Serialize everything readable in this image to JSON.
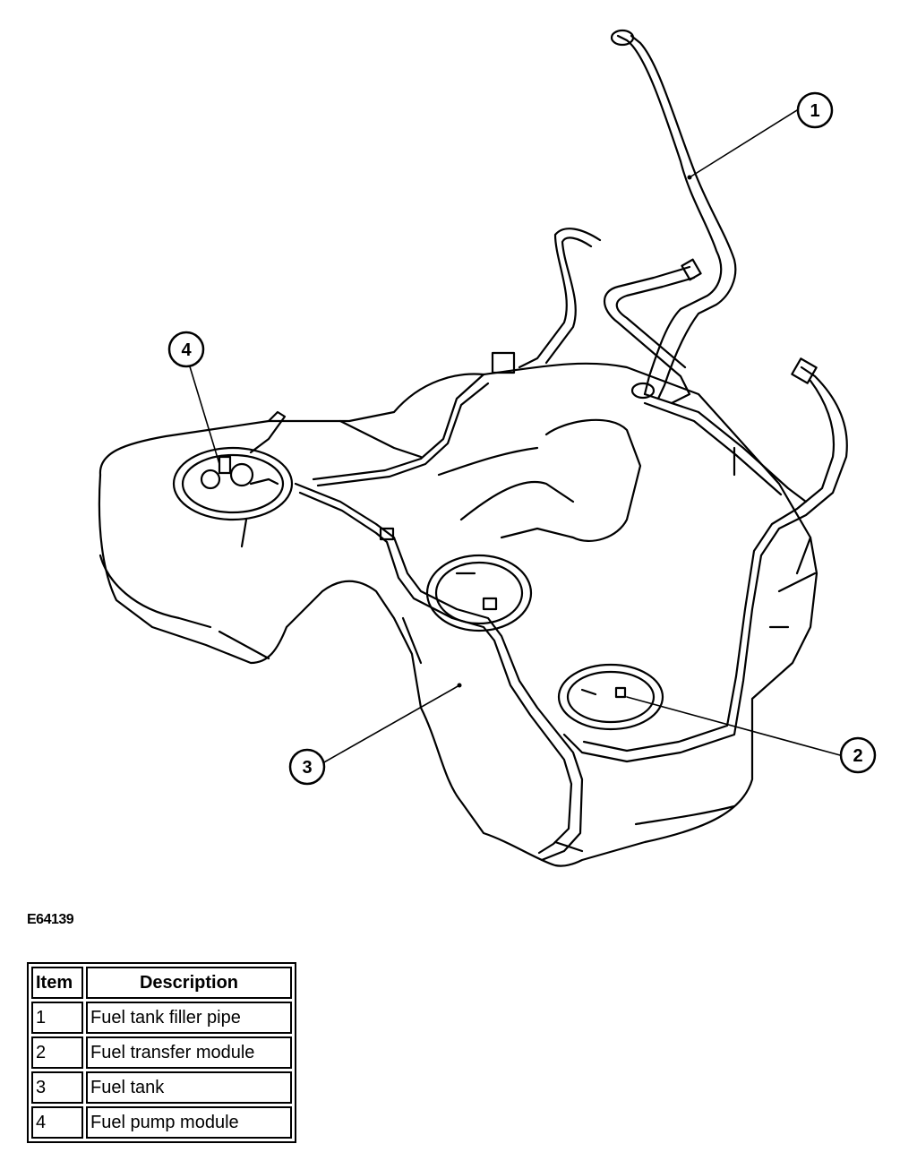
{
  "figure_id": "E64139",
  "callouts": [
    {
      "number": "1"
    },
    {
      "number": "2"
    },
    {
      "number": "3"
    },
    {
      "number": "4"
    }
  ],
  "legend": {
    "headers": {
      "item": "Item",
      "description": "Description"
    },
    "rows": [
      {
        "item": "1",
        "description": "Fuel tank filler pipe"
      },
      {
        "item": "2",
        "description": "Fuel transfer module"
      },
      {
        "item": "3",
        "description": "Fuel tank"
      },
      {
        "item": "4",
        "description": "Fuel pump module"
      }
    ]
  },
  "colors": {
    "line": "#000000",
    "background": "#ffffff"
  }
}
